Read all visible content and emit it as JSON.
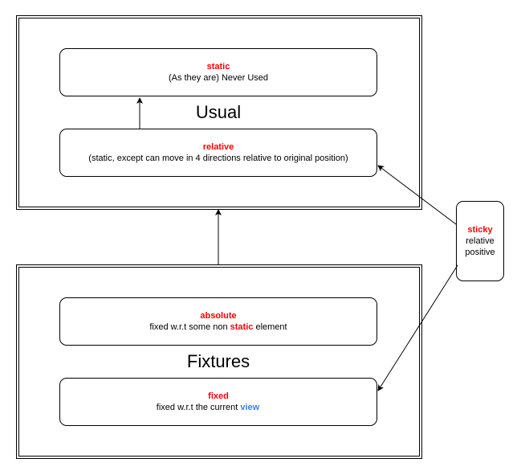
{
  "groups": {
    "usual": {
      "title": "Usual"
    },
    "fixtures": {
      "title": "Fixtures"
    }
  },
  "nodes": {
    "static": {
      "keyword": "static",
      "desc": "(As they are) Never Used"
    },
    "relative": {
      "keyword": "relative",
      "desc": "(static, except can move in 4 directions relative to original position)"
    },
    "absolute": {
      "keyword": "absolute",
      "desc_before": "fixed w.r.t some non ",
      "desc_keyword": "static",
      "desc_after": " element"
    },
    "fixed": {
      "keyword": "fixed",
      "desc_before": "fixed w.r.t the current ",
      "desc_keyword": "view"
    },
    "sticky": {
      "keyword": "sticky",
      "line2": "relative",
      "line3": "positive"
    }
  },
  "colors": {
    "keyword": "#ff0000",
    "keyword_alt": "#3a7ff0",
    "stroke": "#000000"
  },
  "edges": [
    {
      "from": "relative",
      "to": "static"
    },
    {
      "from": "fixtures",
      "to": "usual"
    },
    {
      "from": "sticky",
      "to": "relative"
    },
    {
      "from": "sticky",
      "to": "fixed"
    }
  ]
}
